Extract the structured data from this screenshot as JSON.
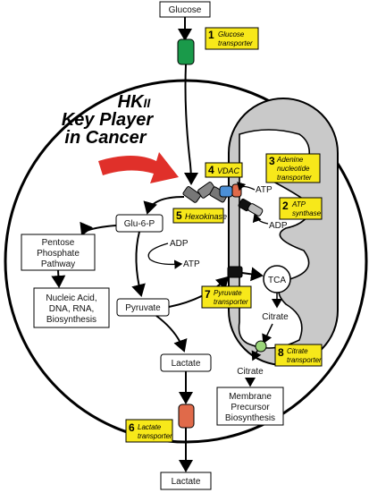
{
  "colors": {
    "yellow": "#f7e81a",
    "mito_fill": "#c9c9c9",
    "green": "#1a9a4a",
    "red_arrow": "#e0302a",
    "vdac_blue": "#4b8fd6",
    "transporter_orange": "#e06a4a",
    "citrate_green": "#9bd67a"
  },
  "title": {
    "line1": "HK",
    "line1_roman": "II",
    "line2": "Key Player",
    "line3": "in Cancer"
  },
  "molecules": {
    "glucose_top": "Glucose",
    "glu6p": "Glu-6-P",
    "pentose": [
      "Pentose",
      "Phosphate",
      "Pathway"
    ],
    "nucleic": [
      "Nucleic Acid,",
      "DNA, RNA,",
      "Biosynthesis"
    ],
    "pyruvate": "Pyruvate",
    "lactate_in": "Lactate",
    "lactate_out": "Lactate",
    "membrane": [
      "Membrane",
      "Precursor",
      "Biosynthesis"
    ],
    "adp1": "ADP",
    "atp1": "ATP",
    "atp2": "ATP",
    "adp2": "ADP",
    "tca": "TCA",
    "citrate_in": "Citrate",
    "citrate_out": "Citrate"
  },
  "labels": [
    {
      "num": "1",
      "lines": [
        "Glucose",
        "transporter"
      ]
    },
    {
      "num": "2",
      "lines": [
        "ATP",
        "synthase"
      ]
    },
    {
      "num": "3",
      "lines": [
        "Adenine",
        "nucleotide",
        "transporter"
      ]
    },
    {
      "num": "4",
      "lines": [
        "VDAC"
      ]
    },
    {
      "num": "5",
      "lines": [
        "Hexokinase"
      ]
    },
    {
      "num": "6",
      "lines": [
        "Lactate",
        "transporter"
      ]
    },
    {
      "num": "7",
      "lines": [
        "Pyruvate",
        "transporter"
      ]
    },
    {
      "num": "8",
      "lines": [
        "Citrate",
        "transporter"
      ]
    }
  ]
}
